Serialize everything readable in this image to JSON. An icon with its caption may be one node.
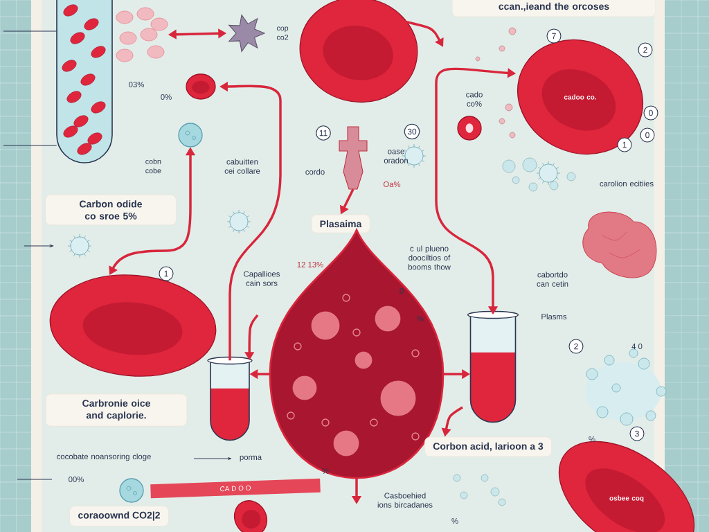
{
  "diagram": {
    "nodes": [
      {
        "text": [],
        "shape": "picture"
      },
      {
        "text": [],
        "shape": "picture"
      },
      {
        "text": [],
        "shape": "picture",
        "beside": [
          "cop co2"
        ]
      },
      {
        "text": [
          "ccan.,ieand the orcoses"
        ]
      },
      {
        "text": [],
        "shape": "picture"
      },
      {
        "text": [],
        "shape": "picture"
      },
      {
        "text": [
          "cadoo co."
        ]
      },
      {
        "text": [],
        "shape": "picture",
        "beside": [
          "cobn cobe"
        ]
      },
      {
        "text": [],
        "shape": "picture"
      },
      {
        "text": [],
        "shape": "picture"
      },
      {
        "text": [
          "Carbon odide co sroe 5%"
        ]
      },
      {
        "text": [
          "Plasaima"
        ]
      },
      {
        "text": [],
        "shape": "picture"
      },
      {
        "text": [],
        "shape": "picture"
      },
      {
        "text": [],
        "shape": "picture"
      },
      {
        "text": [],
        "shape": "picture"
      },
      {
        "text": [
          "Carbronie oice and caplorie."
        ]
      },
      {
        "text": [
          "Corbon acid, larioon a 3"
        ]
      },
      {
        "text": [],
        "shape": "picture"
      },
      {
        "text": [
          "CA D O O"
        ]
      },
      {
        "text": [
          "coraoownd CO2|2"
        ]
      },
      {
        "text": [
          "osbee coq"
        ]
      },
      {
        "text": [],
        "shape": "picture"
      }
    ],
    "edges": [
      {
        "from": 1,
        "to": 2,
        "arrow": "both"
      },
      {
        "from": 14,
        "to": 5,
        "arrow": "to"
      },
      {
        "from": 12,
        "to": 7,
        "arrow": "both"
      },
      {
        "from": 8,
        "to": 11,
        "arrow": "to"
      },
      {
        "from": 13,
        "to": 14,
        "arrow": "to"
      },
      {
        "from": 13,
        "to": 15,
        "arrow": "to"
      },
      {
        "from": 13,
        "to": null,
        "arrow": "to"
      },
      {
        "from": 15,
        "to": 6,
        "arrow": "both"
      },
      {
        "from": 4,
        "to": null,
        "arrow": "to"
      },
      {
        "from": null,
        "to": 14,
        "arrow": "to"
      },
      {
        "from": null,
        "to": 17,
        "arrow": "to"
      },
      {
        "from": null,
        "to": 0,
        "arrow": "none",
        "color": "#2a3550"
      },
      {
        "from": null,
        "to": 0,
        "arrow": "none",
        "color": "#2a3550"
      }
    ],
    "labels": [
      "03%",
      "0%",
      "cabuitten cei collare",
      "11",
      "30",
      "cordo",
      "oase oradon",
      "Oa%",
      "7",
      "2",
      "cado co%",
      "0",
      "0",
      "1",
      "carolion ecitiies",
      "c ul plueno doociltios of booms thow",
      "12 13%",
      "Capallioes cain sors",
      "0",
      "%",
      "cabortdo can cetin",
      "1",
      "Plasms",
      "2",
      "4 0",
      "cocobate noansoring cloge",
      "porma",
      "00%",
      "%",
      "%",
      "3",
      "Casboehied ions bircadanes",
      "%"
    ]
  }
}
